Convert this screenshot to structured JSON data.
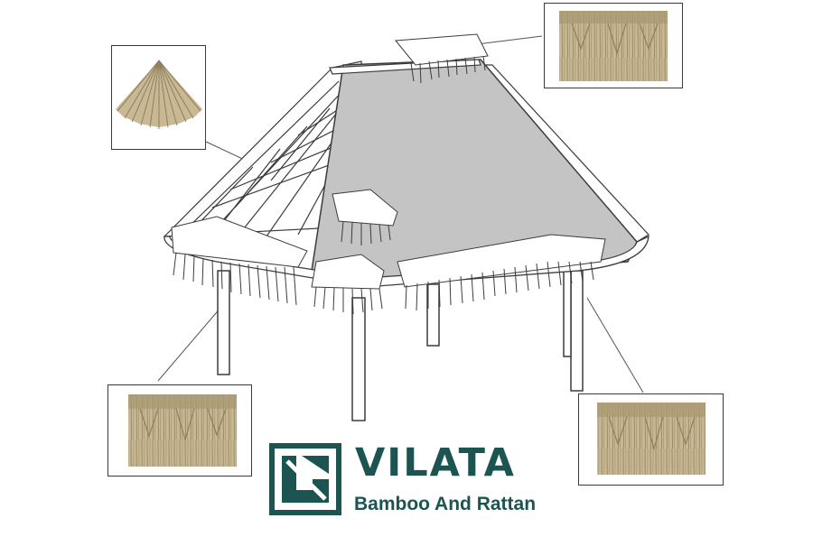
{
  "brand": {
    "name": "VILATA",
    "tagline": "Bamboo And Rattan",
    "color": "#1b5450"
  },
  "colors": {
    "roof_plane": "#c4c4c4",
    "thatch_light": "#c8b994",
    "thatch_dark": "#8f7f5c",
    "line": "#3c3c3c"
  },
  "insets": [
    {
      "id": "top-left",
      "depicts": "thatch-cone-cap"
    },
    {
      "id": "top-right",
      "depicts": "thatch-tile-sheet"
    },
    {
      "id": "bottom-left",
      "depicts": "thatch-tile-sheet"
    },
    {
      "id": "bottom-right",
      "depicts": "thatch-tile-sheet"
    }
  ]
}
